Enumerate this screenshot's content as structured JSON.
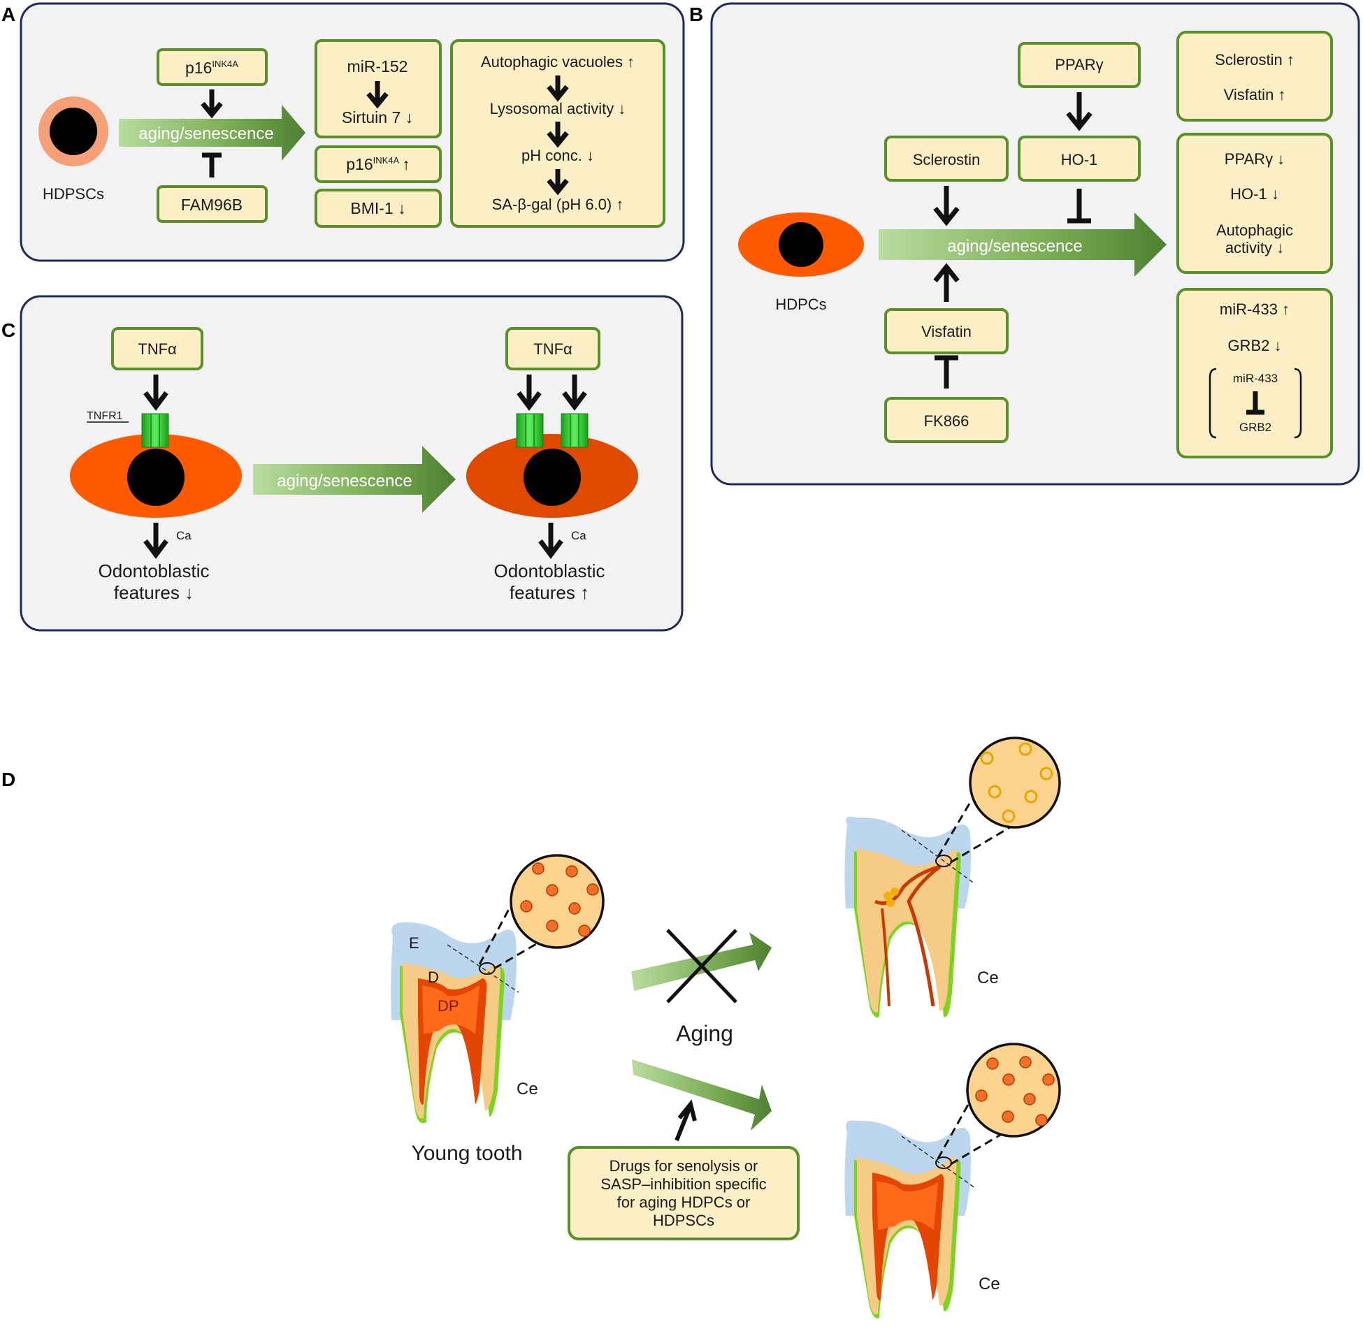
{
  "panel_labels": {
    "a": "A",
    "b": "B",
    "c": "C",
    "d": "D"
  },
  "panel_a": {
    "cell_label": "HDPSCs",
    "p16_base": "p16",
    "p16_sup": "INK4A",
    "arrow_label": "aging/senescence",
    "fam96b": "FAM96B",
    "mir152": "miR-152",
    "sirtuin7": "Sirtuin 7 ↓",
    "p16_up_base": "p16",
    "p16_up_sup": "INK4A",
    "p16_up_arrow": "↑",
    "bmi1": "BMI-1 ↓",
    "autophagic_vacuoles": "Autophagic vacuoles ↑",
    "lysosomal_activity": "Lysosomal activity ↓",
    "ph_conc": "pH conc. ↓",
    "sa_beta_gal": "SA-β-gal (pH 6.0) ↑"
  },
  "panel_b": {
    "cell_label": "HDPCs",
    "ppar": "PPARγ",
    "ho1": "HO-1",
    "sclerostin": "Sclerostin",
    "visfatin": "Visfatin",
    "fk866": "FK866",
    "arrow_label": "aging/senescence",
    "sclerostin_up": "Sclerostin ↑",
    "visfatin_up": "Visfatin ↑",
    "ppar_down": "PPARγ ↓",
    "ho1_down": "HO-1 ↓",
    "autophagic_line1": "Autophagic",
    "autophagic_line2": "activity ↓",
    "mir433_up": "miR-433 ↑",
    "grb2_down": "GRB2 ↓",
    "mir433_small": "miR-433",
    "grb2_small": "GRB2"
  },
  "panel_c": {
    "tnfa_left": "TNFα",
    "tnfa_right": "TNFα",
    "tnfr1": "TNFR1",
    "arrow_label": "aging/senescence",
    "ca_left": "Ca",
    "ca_right": "Ca",
    "odonto_left_1": "Odontoblastic",
    "odonto_left_2": "features ↓",
    "odonto_right_1": "Odontoblastic",
    "odonto_right_2": "features ↑"
  },
  "panel_d": {
    "label_e": "E",
    "label_d": "D",
    "label_dp": "DP",
    "label_ce_young": "Ce",
    "label_ce_aged": "Ce",
    "label_ce_treated": "Ce",
    "young_tooth": "Young tooth",
    "aging": "Aging",
    "drugs_line1": "Drugs for senolysis or",
    "drugs_line2": "SASP–inhibition specific",
    "drugs_line3": "for aging HDPCs or",
    "drugs_line4": "HDPSCs"
  }
}
